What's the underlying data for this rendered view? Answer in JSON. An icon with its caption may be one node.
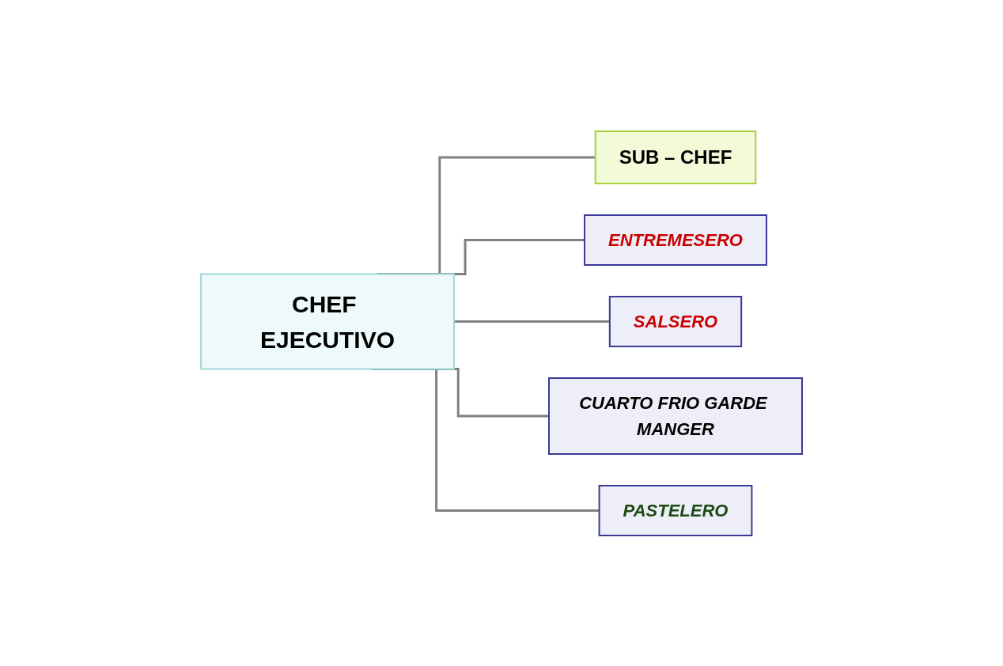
{
  "diagram": {
    "nodes": [
      {
        "text": [
          "CHEF EJECUTIVO"
        ]
      },
      {
        "text": [
          "SUB – CHEF"
        ]
      },
      {
        "text": [
          "ENTREMESERO"
        ]
      },
      {
        "text": [
          "SALSERO"
        ]
      },
      {
        "text": [
          "CUARTO FRIO GARDE MANGER"
        ]
      },
      {
        "text": [
          "PASTELERO"
        ]
      }
    ],
    "edges": [
      {
        "from": 0,
        "to": 1,
        "arrow": "none"
      },
      {
        "from": 0,
        "to": 2,
        "arrow": "none"
      },
      {
        "from": 0,
        "to": 3,
        "arrow": "none"
      },
      {
        "from": 0,
        "to": 4,
        "arrow": "none"
      },
      {
        "from": 0,
        "to": 5,
        "arrow": "none"
      }
    ]
  }
}
